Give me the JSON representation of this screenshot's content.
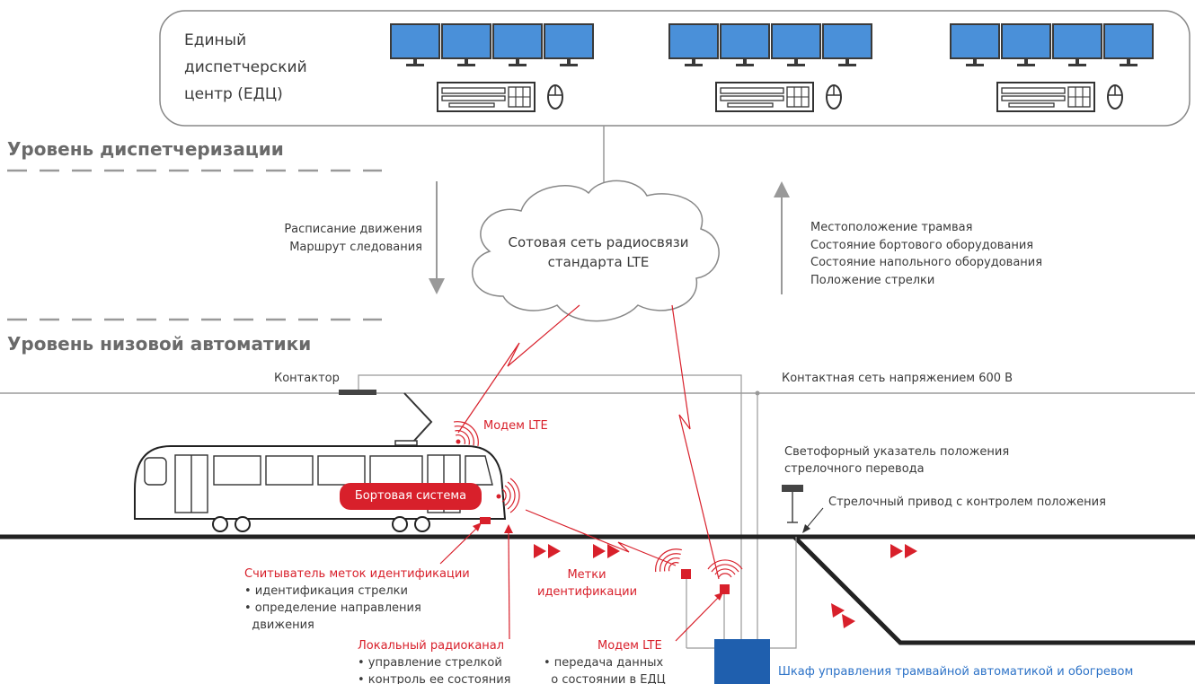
{
  "edc": {
    "label_lines": [
      "Единый",
      "диспетчерский",
      "центр (ЕДЦ)"
    ]
  },
  "levels": {
    "dispatch": "Уровень диспетчеризации",
    "automation": "Уровень низовой автоматики"
  },
  "downlink": {
    "lines": [
      "Расписание движения",
      "Маршрут следования"
    ]
  },
  "cloud": {
    "lines": [
      "Сотовая сеть радиосвязи",
      "стандарта LTE"
    ]
  },
  "uplink": {
    "lines": [
      "Местоположение трамвая",
      "Состояние бортового оборудования",
      "Состояние напольного оборудования",
      "Положение стрелки"
    ]
  },
  "contactor": "Контактор",
  "catenary": "Контактная сеть напряжением 600 В",
  "modem_tram": "Модем LTE",
  "onboard": "Бортовая система",
  "signal": {
    "lines": [
      "Светофорный указатель положения",
      "стрелочного перевода"
    ]
  },
  "switch_drive": "Стрелочный привод с контролем положения",
  "reader": {
    "title": "Считыватель меток идентификации",
    "items": [
      "• идентификация стрелки",
      "• определение направления",
      "  движения"
    ]
  },
  "tags": {
    "lines": [
      "Метки",
      "идентификации"
    ]
  },
  "local_radio": {
    "title": "Локальный радиоканал",
    "items": [
      "• управление стрелкой",
      "• контроль ее состояния"
    ]
  },
  "modem_ground": {
    "title": "Модем LTE",
    "items": [
      "• передача данных",
      "  о состоянии в ЕДЦ"
    ]
  },
  "cabinet": "Шкаф управления трамвайной автоматикой и обогревом",
  "colors": {
    "red": "#d8202b",
    "blue": "#1f5fae",
    "gray": "#8a8a8a",
    "monitor": "#4a90d9"
  }
}
